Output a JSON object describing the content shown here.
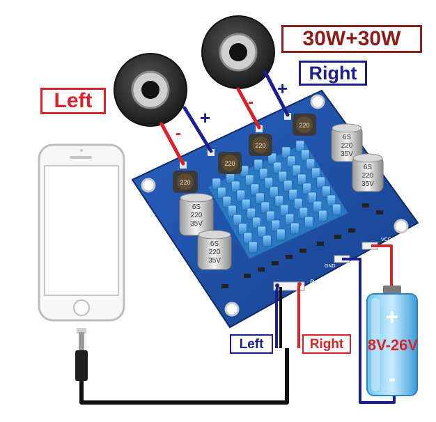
{
  "labels": {
    "power_rating": "30W+30W",
    "right_speaker": "Right",
    "left_speaker": "Left",
    "input_left": "Left",
    "input_right": "Right",
    "voltage_range": "8V-26V",
    "plus": "+",
    "minus": "-"
  },
  "board": {
    "capacitor_marking": [
      "6S",
      "220",
      "35V"
    ],
    "inductor_marking": "220",
    "silk_vcc": "VCC",
    "silk_gnd": "GND",
    "silk_r": "R"
  },
  "colors": {
    "red": "#d8232a",
    "navy": "#1c1f8f",
    "maroon": "#8a1c1c",
    "board": "#1d4fa8",
    "heatsink": "#4aa3e0"
  }
}
